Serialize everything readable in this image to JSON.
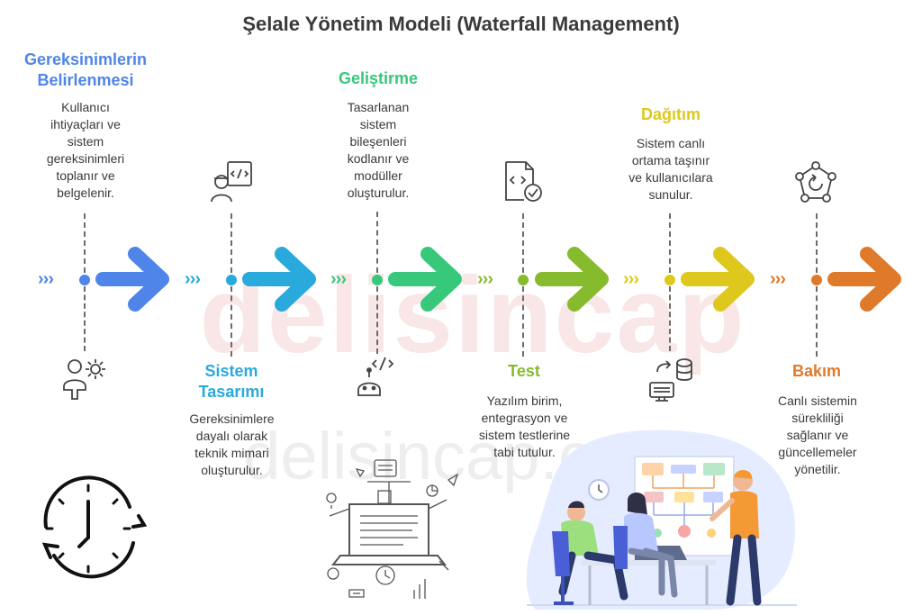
{
  "title": "Şelale Yönetim Modeli (Waterfall Management)",
  "watermark": "delisincap",
  "watermark_sub": "delisincap.com",
  "colors": {
    "requirements": "#4f85e8",
    "design": "#2aa9dc",
    "development": "#37c87c",
    "test": "#86bb2e",
    "deployment": "#dfc81d",
    "maintenance": "#e07a2b"
  },
  "stages": [
    {
      "key": "requirements",
      "title": [
        "Gereksinimlerin",
        "Belirlenmesi"
      ],
      "desc": [
        "Kullanıcı",
        "ihtiyaçları ve",
        "sistem",
        "gereksinimleri",
        "toplanır ve",
        "belgelenir."
      ],
      "icon": "user-gear-icon"
    },
    {
      "key": "design",
      "title": [
        "Sistem",
        "Tasarımı"
      ],
      "desc": [
        "Gereksinimlere",
        "dayalı olarak",
        "teknik mimari",
        "oluşturulur."
      ],
      "icon": "developer-code-icon"
    },
    {
      "key": "development",
      "title": [
        "Geliştirme"
      ],
      "desc": [
        "Tasarlanan",
        "sistem",
        "bileşenleri",
        "kodlanır ve",
        "modüller",
        "oluşturulur."
      ],
      "icon": "robot-code-icon"
    },
    {
      "key": "test",
      "title": [
        "Test"
      ],
      "desc": [
        "Yazılım birim,",
        "entegrasyon ve",
        "sistem testlerine",
        "tabi tutulur."
      ],
      "icon": "code-check-icon"
    },
    {
      "key": "deployment",
      "title": [
        "Dağıtım"
      ],
      "desc": [
        "Sistem canlı",
        "ortama taşınır",
        "ve kullanıcılara",
        "sunulur."
      ],
      "icon": "server-database-icon"
    },
    {
      "key": "maintenance",
      "title": [
        "Bakım"
      ],
      "desc": [
        "Canlı sistemin",
        "sürekliliği",
        "sağlanır ve",
        "güncellemeler",
        "yönetilir."
      ],
      "icon": "maintenance-cycle-icon"
    }
  ]
}
